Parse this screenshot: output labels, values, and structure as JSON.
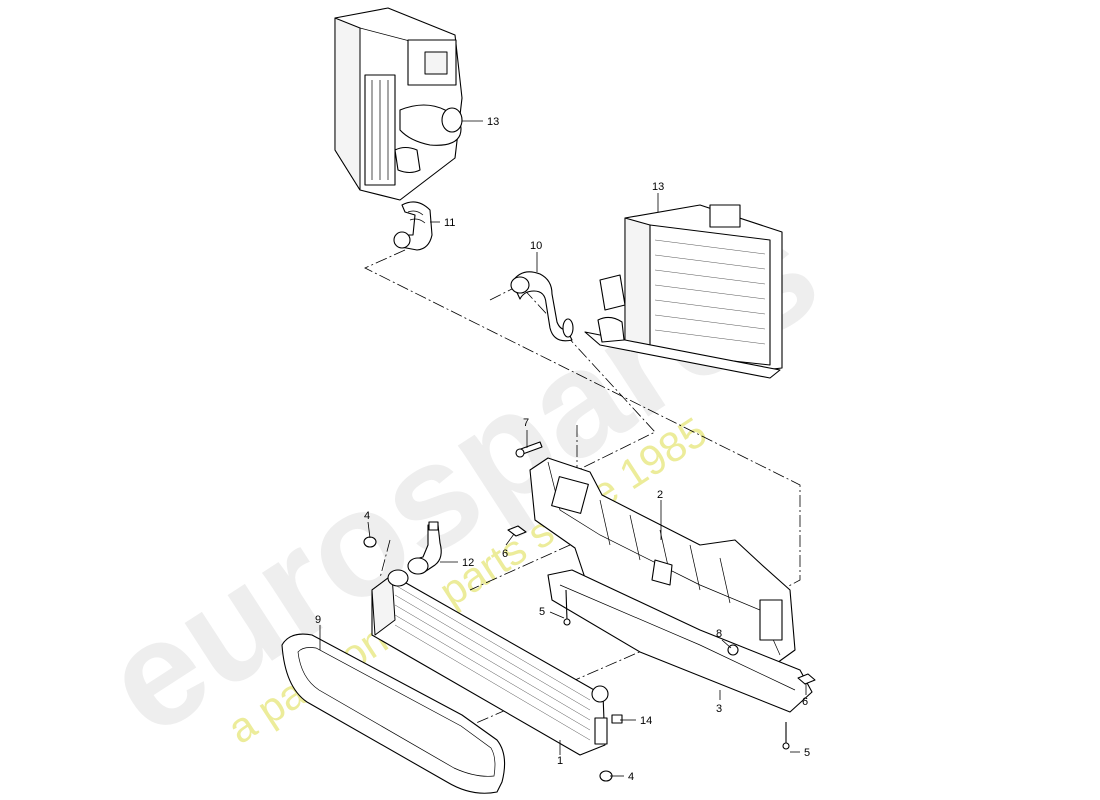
{
  "watermark": {
    "brand": "eurospares",
    "tagline": "a passion for parts since 1985",
    "colors": {
      "brand": "#eeeeee",
      "tagline": "#ecec9a"
    }
  },
  "callouts": {
    "c1": "1",
    "c2": "2",
    "c3": "3",
    "c4a": "4",
    "c4b": "4",
    "c5a": "5",
    "c5b": "5",
    "c6a": "6",
    "c6b": "6",
    "c7": "7",
    "c8": "8",
    "c9": "9",
    "c10": "10",
    "c11": "11",
    "c12": "12",
    "c13a": "13",
    "c13b": "13",
    "c14": "14"
  }
}
